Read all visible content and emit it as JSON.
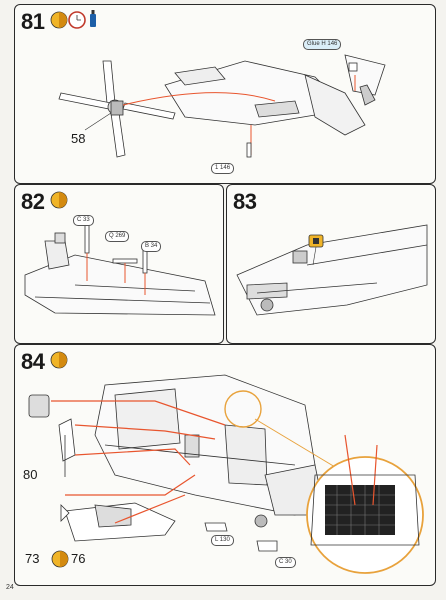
{
  "page_number": "24",
  "steps": {
    "s81": {
      "number": "81",
      "callout": "58",
      "part_qty": "1",
      "part_id": "146",
      "part_glue": "Glue",
      "part_glue_id": "146"
    },
    "s82": {
      "number": "82",
      "part_c": "33",
      "part_q": "269",
      "part_b": "34"
    },
    "s83": {
      "number": "83"
    },
    "s84": {
      "number": "84",
      "callout_a": "80",
      "callout_b": "73",
      "callout_c": "76",
      "part_l": "130",
      "part_c": "30"
    }
  },
  "colors": {
    "accent": "#e8552e",
    "paint": "#f0b428",
    "line": "#2a2a2a"
  }
}
